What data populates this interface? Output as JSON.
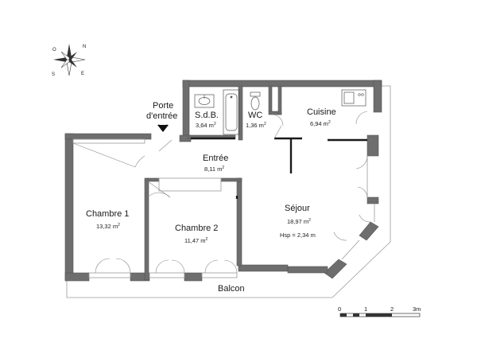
{
  "entrance": {
    "label_line1": "Porte",
    "label_line2": "d'entrée"
  },
  "rooms": {
    "sdb": {
      "name": "S.d.B.",
      "area": "3,64 m"
    },
    "wc": {
      "name": "WC",
      "area": "1,36 m"
    },
    "cuisine": {
      "name": "Cuisine",
      "area": "6,94 m"
    },
    "entree": {
      "name": "Entrée",
      "area": "8,11 m"
    },
    "sejour": {
      "name": "Séjour",
      "area": "18,97 m",
      "hsp": "Hsp = 2,34 m"
    },
    "chambre1": {
      "name": "Chambre 1",
      "area": "13,32 m"
    },
    "chambre2": {
      "name": "Chambre 2",
      "area": "11,47 m"
    },
    "balcon": {
      "name": "Balcon"
    }
  },
  "area_unit_sup": "2",
  "scale": {
    "ticks": [
      "0",
      "1",
      "2",
      "3m"
    ]
  },
  "compass": {
    "n": "N",
    "s": "S",
    "e": "E",
    "o": "O"
  }
}
